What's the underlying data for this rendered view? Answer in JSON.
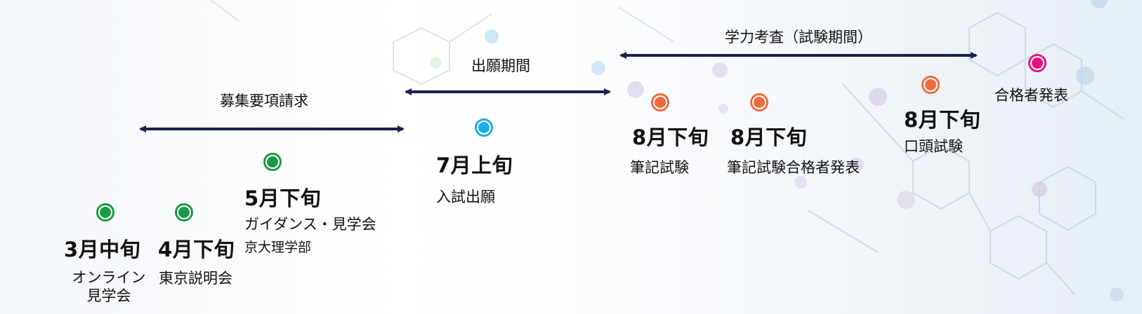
{
  "colors": {
    "arrow": "#1a1f4e",
    "green": "#1a9a45",
    "cyan": "#1aaee6",
    "orange": "#ee6b3d",
    "magenta": "#e4157f"
  },
  "periods": {
    "request": "募集要項請求",
    "application": "出願期間",
    "exam": "学力考査（試験期間）"
  },
  "events": {
    "e1": {
      "date": "3月中旬",
      "desc1": "オンライン",
      "desc2": "見学会"
    },
    "e2": {
      "date": "4月下旬",
      "desc1": "東京説明会"
    },
    "e3": {
      "date": "5月下旬",
      "desc1": "ガイダンス・見学会",
      "desc2": "京大理学部"
    },
    "e4": {
      "date": "7月上旬",
      "desc1": "入試出願"
    },
    "e5": {
      "date": "8月下旬",
      "desc1": "筆記試験"
    },
    "e6": {
      "date": "8月下旬",
      "desc1": "筆記試験合格者発表"
    },
    "e7": {
      "date": "8月下旬",
      "desc1": "口頭試験"
    },
    "e8": {
      "desc1": "合格者発表"
    }
  }
}
